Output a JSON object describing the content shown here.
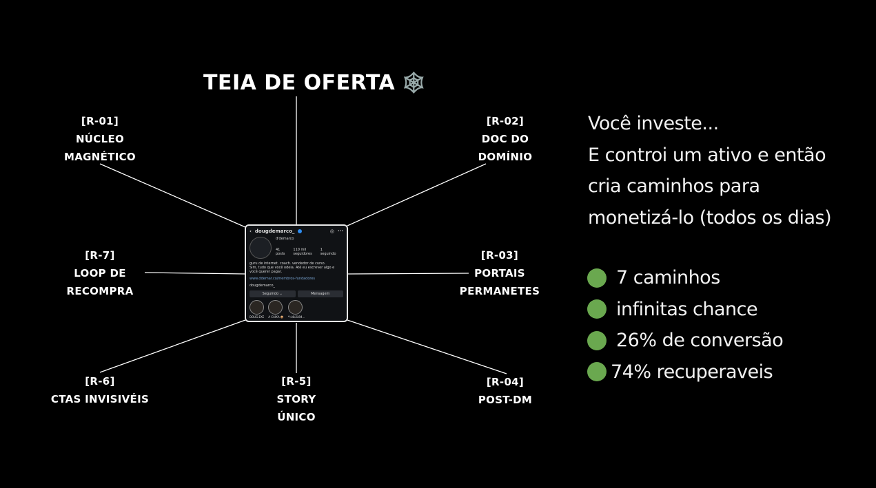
{
  "title": "TEIA DE OFERTA",
  "title_icon": "spider-web-icon",
  "nodes": [
    {
      "id": "[R-01]",
      "label1": "NÚCLEO",
      "label2": "MAGNÉTICO"
    },
    {
      "id": "[R-02]",
      "label1": "DOC DO",
      "label2": "DOMÍNIO"
    },
    {
      "id": "[R-03]",
      "label1": "PORTAIS",
      "label2": "PERMANETES"
    },
    {
      "id": "[R-04]",
      "label1": "POST-DM"
    },
    {
      "id": "[R-5]",
      "label1": "STORY",
      "label2": "ÚNICO"
    },
    {
      "id": "[R-6]",
      "label1": "CTAS INVISIVÉIS"
    },
    {
      "id": "[R-7]",
      "label1": "LOOP DE",
      "label2": "RECOMPRA"
    }
  ],
  "profile": {
    "username": "dougdemarco_",
    "name": "d'demarco",
    "posts": "41",
    "posts_label": "posts",
    "followers": "110 mil",
    "followers_label": "seguidores",
    "following": "1",
    "following_label": "seguindo",
    "bio1": "guru de internet. coach. vendedor de curso.",
    "bio2": "Sim, tudo que você odeia. Até eu escrever algo e você querer pagar.",
    "link": "www.ddemar.co/membros-fundadores",
    "threads": "dougdemarco_",
    "follow_btn": "Seguindo ⌄",
    "message_btn": "Mensagem",
    "highlights": [
      "DOUG.EXE",
      "A CAIXA 📦",
      "*¼4k2ä94..."
    ]
  },
  "right_text": [
    "Você investe...",
    "E controi um ativo e então",
    "cria caminhos para",
    "monetizá-lo (todos os dias)"
  ],
  "bullets": [
    "7 caminhos",
    "infinitas chance",
    "26% de conversão",
    "74% recuperaveis"
  ],
  "colors": {
    "bullet": "#6aa84f",
    "background": "#000000"
  }
}
